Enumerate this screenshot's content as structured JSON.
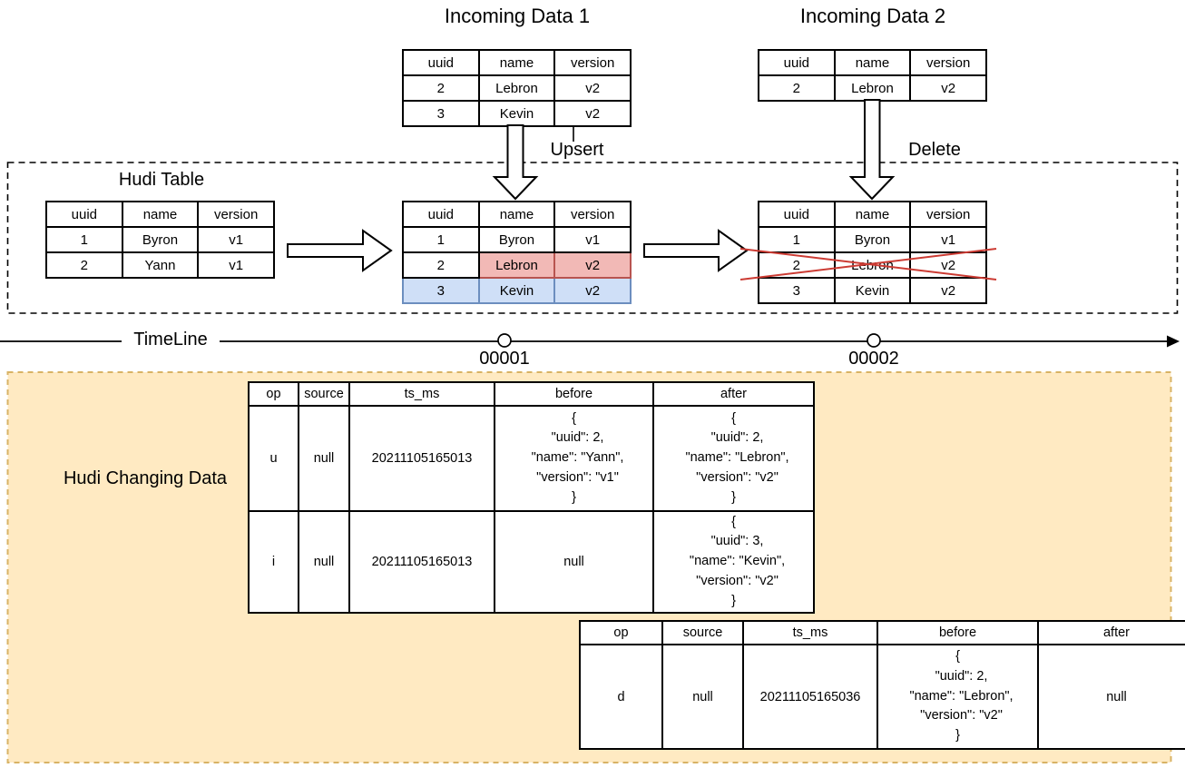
{
  "diagram": {
    "incoming1": {
      "title": "Incoming Data 1",
      "table": {
        "headers": [
          "uuid",
          "name",
          "version"
        ],
        "rows": [
          [
            "2",
            "Lebron",
            "v2"
          ],
          [
            "3",
            "Kevin",
            "v2"
          ]
        ]
      }
    },
    "incoming2": {
      "title": "Incoming Data 2",
      "table": {
        "headers": [
          "uuid",
          "name",
          "version"
        ],
        "rows": [
          [
            "2",
            "Lebron",
            "v2"
          ]
        ]
      }
    },
    "upsert_label": "Upsert",
    "delete_label": "Delete",
    "hudi_box": {
      "title": "Hudi Table",
      "initial": {
        "headers": [
          "uuid",
          "name",
          "version"
        ],
        "rows": [
          [
            "1",
            "Byron",
            "v1"
          ],
          [
            "2",
            "Yann",
            "v1"
          ]
        ]
      },
      "after_upsert": {
        "headers": [
          "uuid",
          "name",
          "version"
        ],
        "rows": [
          [
            "1",
            "Byron",
            "v1"
          ],
          [
            "2",
            "Lebron",
            "v2"
          ],
          [
            "3",
            "Kevin",
            "v2"
          ]
        ],
        "cell_highlights": [
          {
            "row": 1,
            "cols": [
              1,
              2
            ],
            "color": "red"
          },
          {
            "row": 2,
            "cols": [
              0,
              1,
              2
            ],
            "color": "blue"
          }
        ]
      },
      "after_delete": {
        "headers": [
          "uuid",
          "name",
          "version"
        ],
        "rows": [
          [
            "1",
            "Byron",
            "v1"
          ],
          [
            "2",
            "Lebron",
            "v2"
          ],
          [
            "3",
            "Kevin",
            "v2"
          ]
        ],
        "crossed_out_row": 1
      }
    },
    "timeline": {
      "label": "TimeLine",
      "instants": [
        {
          "id": "00001"
        },
        {
          "id": "00002"
        }
      ]
    },
    "changing": {
      "title": "Hudi Changing Data",
      "table1": {
        "headers": [
          "op",
          "source",
          "ts_ms",
          "before",
          "after"
        ],
        "rows": [
          [
            "u",
            "null",
            "20211105165013",
            "{\n  \"uuid\": 2,\n  \"name\": \"Yann\",\n  \"version\": \"v1\"\n}",
            "{\n  \"uuid\": 2,\n  \"name\": \"Lebron\",\n  \"version\": \"v2\"\n}"
          ],
          [
            "i",
            "null",
            "20211105165013",
            "null",
            "{\n  \"uuid\": 3,\n  \"name\": \"Kevin\",\n  \"version\": \"v2\"\n}"
          ]
        ]
      },
      "table2": {
        "headers": [
          "op",
          "source",
          "ts_ms",
          "before",
          "after"
        ],
        "rows": [
          [
            "d",
            "null",
            "20211105165036",
            "{\n  \"uuid\": 2,\n  \"name\": \"Lebron\",\n  \"version\": \"v2\"\n}",
            "null"
          ]
        ]
      }
    },
    "colors": {
      "highlight_red_fill": "#f2b9b6",
      "highlight_red_stroke": "#b85450",
      "highlight_blue_fill": "#cfdff7",
      "highlight_blue_stroke": "#6c8ebf",
      "changing_box_fill": "#ffeac2",
      "changing_box_stroke": "#d8b365",
      "cross_red": "#cc3b33"
    }
  }
}
